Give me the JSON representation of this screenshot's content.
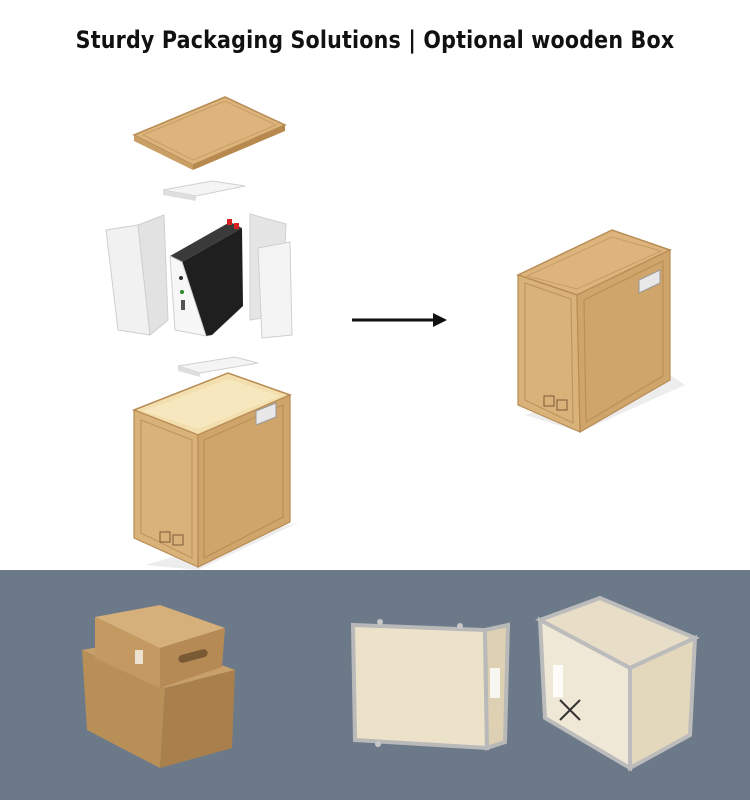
{
  "header": {
    "title": "Sturdy Packaging Solutions | Optional wooden Box"
  },
  "colors": {
    "cardboard": "#d9b27a",
    "cardboard_dark": "#c49a60",
    "photo_background": "#6c7989",
    "foam": "#f2f2f2",
    "battery": "#222222",
    "plywood": "#e8ddc6"
  },
  "illustration": {
    "icons": [
      "exploded-packaging-illustration",
      "arrow-right-icon",
      "closed-carton-illustration"
    ]
  },
  "photos": {
    "icons": [
      "stacked-cardboard-boxes-photo",
      "plywood-crate-front-photo",
      "plywood-crate-angled-photo"
    ]
  }
}
